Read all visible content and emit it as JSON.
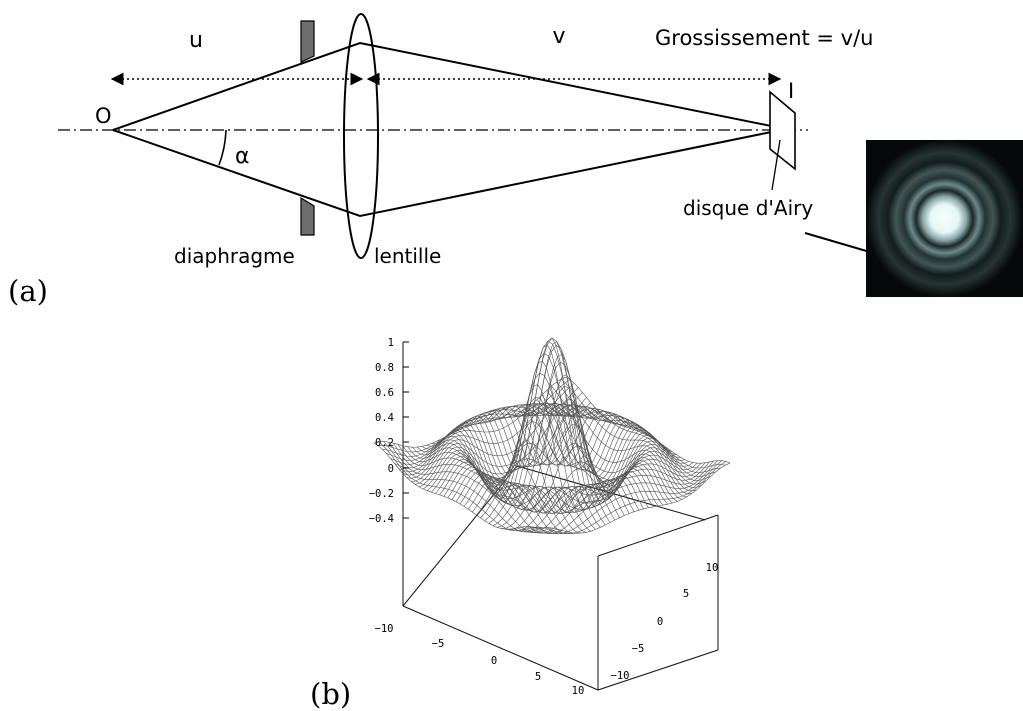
{
  "panel_a": {
    "label_u": "u",
    "label_v": "v",
    "magnification": "Grossissement = v/u",
    "object_label": "O",
    "image_label": "I",
    "angle_label": "α",
    "aperture_label": "diaphragme",
    "lens_label": "lentille",
    "airy_label": "disque d'Airy",
    "panel_label": "(a)"
  },
  "panel_b": {
    "panel_label": "(b)",
    "z_ticks": [
      "1",
      "0.8",
      "0.6",
      "0.4",
      "0.2",
      "0",
      "−0.2",
      "−0.4"
    ],
    "x_ticks": [
      "−10",
      "−5",
      "0",
      "5",
      "10"
    ],
    "y_ticks": [
      "10",
      "5",
      "0",
      "−5",
      "−10"
    ]
  }
}
